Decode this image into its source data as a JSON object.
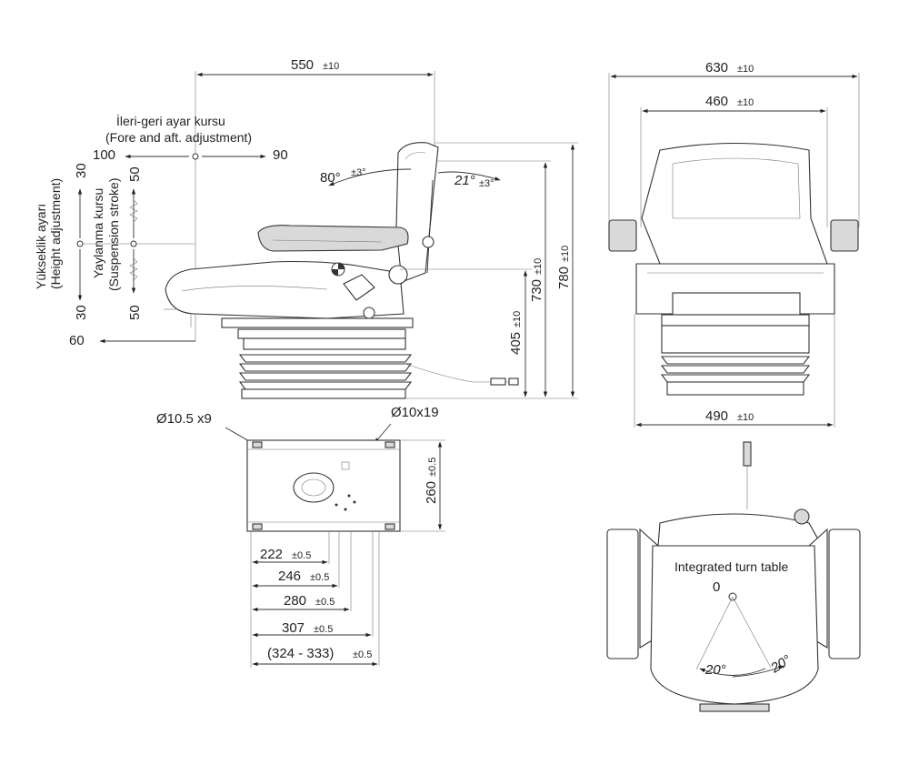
{
  "side_view": {
    "width_label": "550",
    "width_tol": "±10",
    "fore_aft_tr": "İleri-geri ayar kursu",
    "fore_aft_en": "(Fore and aft. adjustment)",
    "fore_aft_min": "100",
    "fore_aft_max": "90",
    "height_tr": "Yükseklik ayarı",
    "height_en": "(Height adjustment)",
    "height_top": "30",
    "height_bottom": "30",
    "suspension_tr": "Yaylanma kursu",
    "suspension_en": "(Suspension stroke)",
    "suspension_top": "50",
    "suspension_bottom": "50",
    "bottom_offset": "60",
    "backrest_angle": "80°",
    "backrest_tol": "±3°",
    "recline_angle": "21°",
    "recline_tol": "±3°",
    "h405": "405",
    "h405_tol": "±10",
    "h730": "730",
    "h730_tol": "±10",
    "h780": "780",
    "h780_tol": "±10"
  },
  "front_view": {
    "w630": "630",
    "w630_tol": "±10",
    "w460": "460",
    "w460_tol": "±10",
    "w490": "490",
    "w490_tol": "±10"
  },
  "base_plate": {
    "hole_a": "Ø10.5 x9",
    "hole_b": "Ø10x19",
    "h260": "260",
    "h260_tol": "±0.5",
    "d222": "222",
    "d246": "246",
    "d280": "280",
    "d307": "307",
    "d_range": "(324 - 333)",
    "tol": "±0.5"
  },
  "top_view": {
    "turn_table": "Integrated turn table",
    "zero": "0",
    "angle_left": "20°",
    "angle_right": "20°"
  }
}
